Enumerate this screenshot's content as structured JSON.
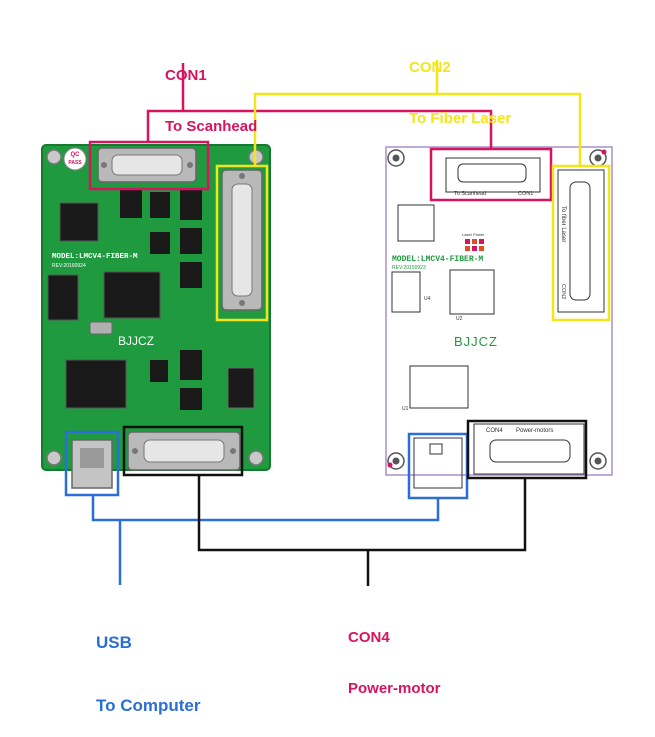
{
  "colors": {
    "con1": "#d6145f",
    "con2": "#f2e61a",
    "usb": "#2a6fd4",
    "con4": "#111111",
    "pcb_green": "#1f9a3e",
    "pcb_white": "#ffffff"
  },
  "callouts": {
    "con1_name": "CON1",
    "con1_desc": "To Scanhead",
    "con2_name": "CON2",
    "con2_desc": "To Fiber Laser",
    "usb_name": "USB",
    "usb_desc": "To Computer",
    "con4_name": "CON4",
    "con4_desc": "Power-motor"
  },
  "green_board": {
    "model": "MODEL:LMCV4-FIBER-M",
    "rev": "REV:20160924",
    "brand": "BJJCZ",
    "qc": "QC",
    "pass": "PASS"
  },
  "white_board": {
    "model": "MODEL:LMCV4-FIBER-M",
    "rev": "REV:20150923",
    "brand": "BJJCZ",
    "con1_label": "To Scanhead",
    "con1_code": "CON1",
    "con2_label": "To fiber Laser",
    "con2_code": "CON2",
    "con4_code": "CON4",
    "con4_label": "Power-motors",
    "laser_power": "Laser Power",
    "u1": "U1",
    "u2": "U2",
    "u4": "U4"
  }
}
